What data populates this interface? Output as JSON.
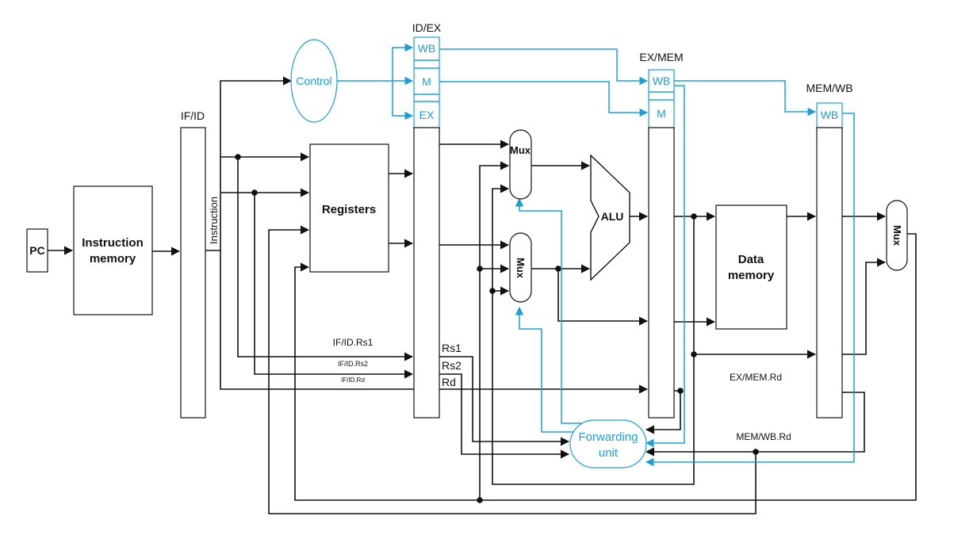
{
  "labels": {
    "pc": "PC",
    "instr_mem_1": "Instruction",
    "instr_mem_2": "memory",
    "if_id": "IF/ID",
    "instruction": "Instruction",
    "control": "Control",
    "registers": "Registers",
    "id_ex": "ID/EX",
    "id_ex_wb": "WB",
    "id_ex_m": "M",
    "id_ex_ex": "EX",
    "mux": "Mux",
    "alu": "ALU",
    "ex_mem": "EX/MEM",
    "ex_mem_wb": "WB",
    "ex_mem_m": "M",
    "data_mem_1": "Data",
    "data_mem_2": "memory",
    "mem_wb": "MEM/WB",
    "mem_wb_wb": "WB",
    "if_id_rs1": "IF/ID.Rs1",
    "if_id_rs2": "IF/ID.Rs2",
    "if_id_rd": "IF/ID.Rd",
    "rs1": "Rs1",
    "rs2": "Rs2",
    "rd": "Rd",
    "ex_mem_rd": "EX/MEM.Rd",
    "mem_wb_rd": "MEM/WB.Rd",
    "fwd_1": "Forwarding",
    "fwd_2": "unit"
  },
  "colors": {
    "line": "#111111",
    "control_path": "#1aa0d8"
  },
  "icons": {
    "arrowhead": "triangle-arrowhead",
    "junction": "filled-dot"
  }
}
